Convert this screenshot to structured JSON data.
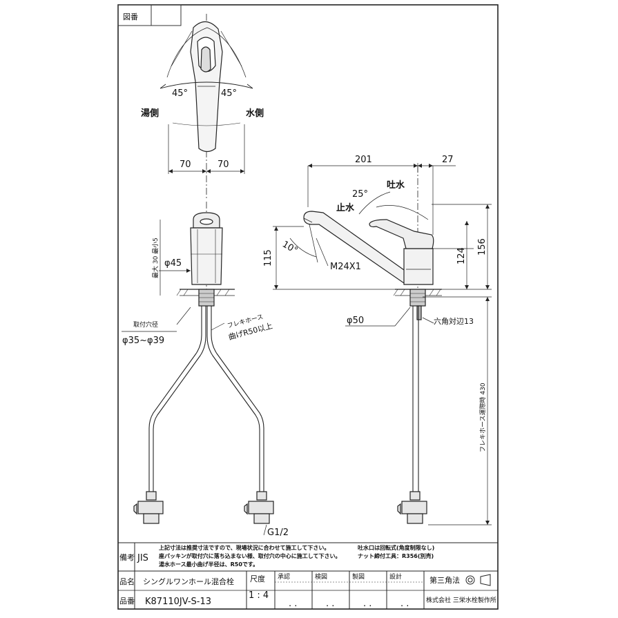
{
  "title_block": {
    "zuban_label": "図番",
    "biko_label": "備考",
    "biko_value": "JIS",
    "hinmei_label": "品名",
    "hinmei_value": "シングルワンホール混合栓",
    "hinban_label": "品番",
    "hinban_value": "K87110JV-S-13",
    "shakudo_label": "尺度",
    "shakudo_value": "1 : 4",
    "shonin_label": "承認",
    "kenzu_label": "検図",
    "seizu_label": "製図",
    "sekkei_label": "設計",
    "dots": ". .",
    "projection_label": "第三角法",
    "company": "株式会社 三栄水栓製作所"
  },
  "notes": [
    "上記寸法は推奨寸法ですので、現場状況に合わせて施工して下さい。",
    "座パッキンが取付穴に落ち込まない様、取付穴の中心に施工して下さい。",
    "湯水ホース最小曲げ半径は、R50です。",
    "吐水口は回転式(角度制限なし)",
    "ナット締付工具：R356(別売)"
  ],
  "top_view": {
    "angle_left": "45°",
    "angle_right": "45°",
    "hot_side": "湯側",
    "cold_side": "水側",
    "dim_left": "70",
    "dim_right": "70"
  },
  "front_view": {
    "max_label": "最大 30 最小5",
    "diameter": "φ45",
    "hole_label": "取付穴径",
    "hole_value": "φ35~φ39",
    "hose_label": "フレキホース",
    "bend_label": "曲げR50以上",
    "thread": "G1/2"
  },
  "side_view": {
    "dim_201": "201",
    "dim_27": "27",
    "angle_25": "25°",
    "toushui": "吐水",
    "shisui": "止水",
    "angle_10": "10°",
    "thread_m24": "M24X1",
    "dim_115": "115",
    "dim_124": "124",
    "dim_156": "156",
    "diameter_50": "φ50",
    "hex_label": "六角対辺13",
    "hose_length": "フレキホース運際時 430"
  }
}
